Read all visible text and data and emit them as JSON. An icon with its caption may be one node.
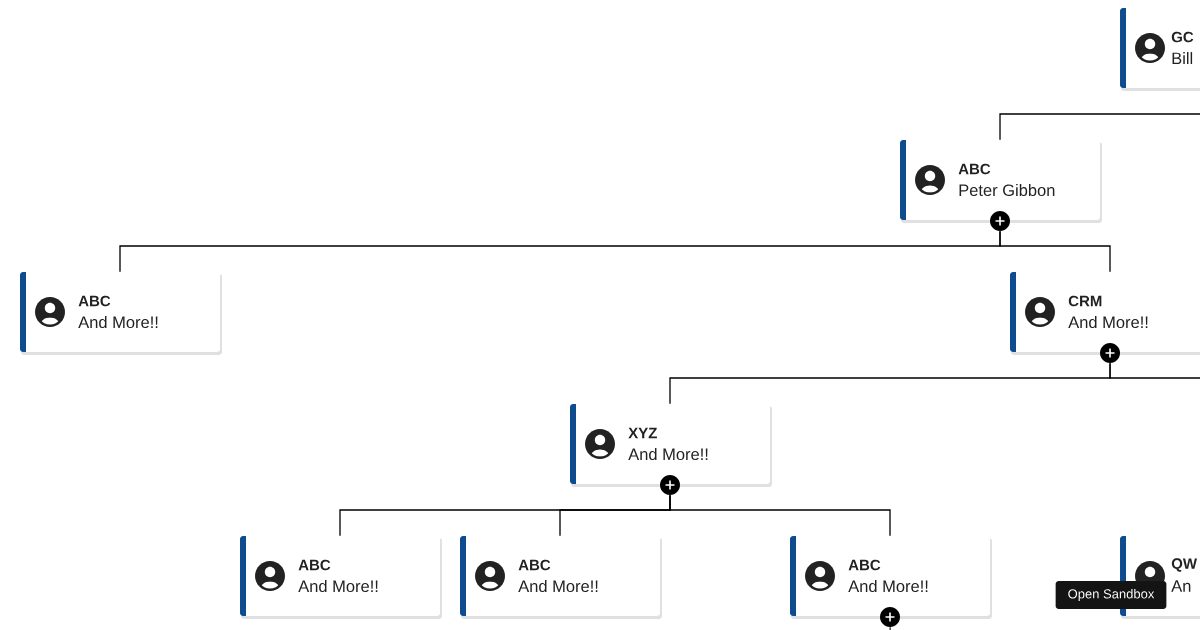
{
  "diagram": {
    "nodes": [
      {
        "text": [
          "GC",
          "Bill"
        ]
      },
      {
        "text": [
          "ABC",
          "Peter Gibbon"
        ]
      },
      {
        "text": [
          "ABC",
          "And More!!"
        ]
      },
      {
        "text": [
          "CRM",
          "And More!!"
        ]
      },
      {
        "text": [
          "XYZ",
          "And More!!"
        ]
      },
      {
        "text": [
          "ABC",
          "And More!!"
        ]
      },
      {
        "text": [
          "ABC",
          "And More!!"
        ]
      },
      {
        "text": [
          "ABC",
          "And More!!"
        ]
      },
      {
        "text": [
          "QW",
          "An"
        ]
      }
    ],
    "edges": [
      {
        "from": 0,
        "to": 1,
        "arrow": "none"
      },
      {
        "from": 1,
        "to": 2,
        "arrow": "none"
      },
      {
        "from": 1,
        "to": 3,
        "arrow": "none"
      },
      {
        "from": 3,
        "to": 4,
        "arrow": "none"
      },
      {
        "from": 3,
        "to": 8,
        "arrow": "none"
      },
      {
        "from": 4,
        "to": 5,
        "arrow": "none"
      },
      {
        "from": 4,
        "to": 6,
        "arrow": "none"
      },
      {
        "from": 4,
        "to": 7,
        "arrow": "none"
      },
      {
        "from": 7,
        "to": null,
        "arrow": "none"
      }
    ],
    "labels": [
      "Open Sandbox"
    ]
  }
}
